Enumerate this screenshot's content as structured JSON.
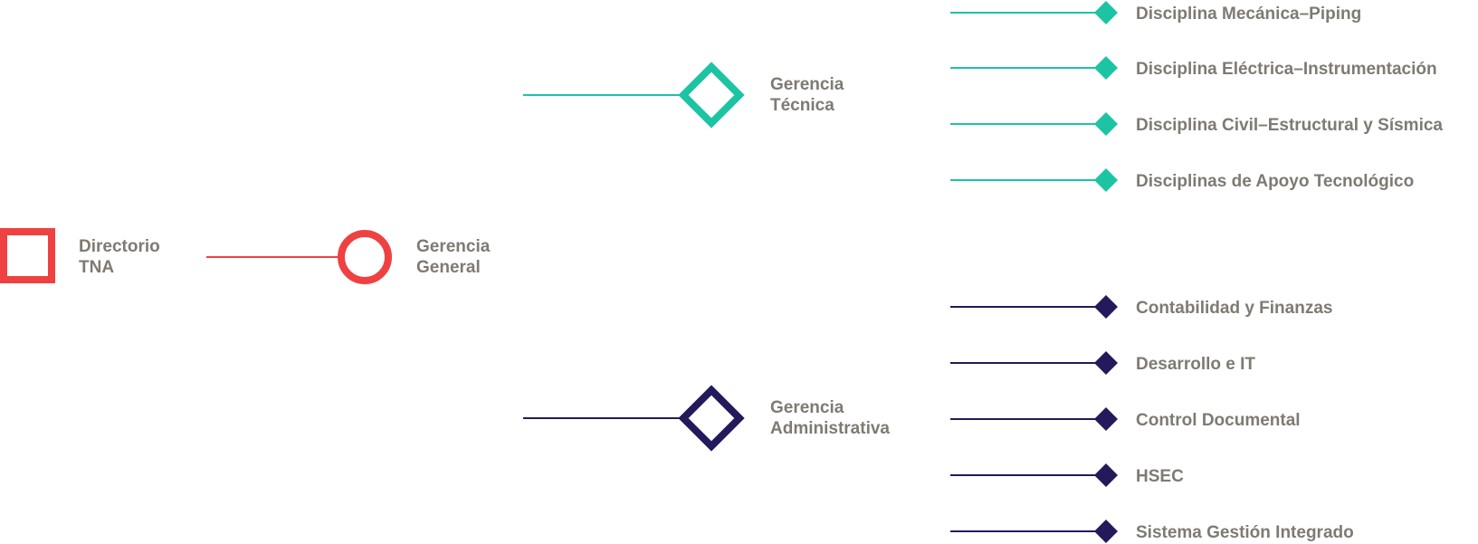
{
  "colors": {
    "root": "#ef4141",
    "tecnica": "#1dc4a4",
    "administrativa": "#231a5c",
    "text": "#7f7a72"
  },
  "root": {
    "line1": "Directorio",
    "line2": "TNA"
  },
  "general": {
    "line1": "Gerencia",
    "line2": "General"
  },
  "tecnica": {
    "line1": "Gerencia",
    "line2": "Técnica",
    "items": [
      "Disciplina Mecánica–Piping",
      "Disciplina Eléctrica–Instrumentación",
      "Disciplina Civil–Estructural y Sísmica",
      "Disciplinas de Apoyo Tecnológico"
    ]
  },
  "administrativa": {
    "line1": "Gerencia",
    "line2": "Administrativa",
    "items": [
      "Contabilidad y Finanzas",
      "Desarrollo e IT",
      "Control Documental",
      "HSEC",
      "Sistema Gestión Integrado"
    ]
  }
}
